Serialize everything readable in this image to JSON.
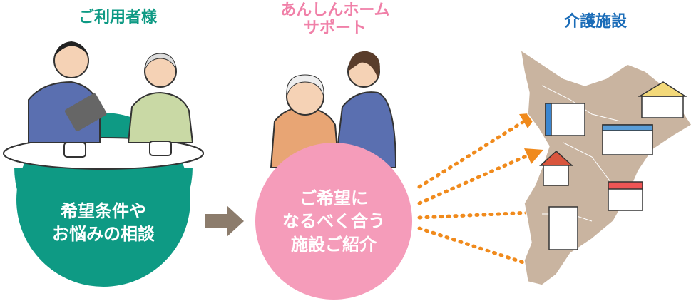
{
  "sections": {
    "user": {
      "title": "ご利用者様",
      "circle_lines": [
        "希望条件や",
        "お悩みの相談"
      ],
      "color": "#0e9a84"
    },
    "support": {
      "title_lines": [
        "あんしんホーム",
        "サポート"
      ],
      "circle_lines": [
        "ご希望に",
        "なるべく合う",
        "施設ご紹介"
      ],
      "color": "#f59cba"
    },
    "facility": {
      "title": "介護施設",
      "color": "#1a6cb8"
    }
  },
  "colors": {
    "arrow": "#8c7c6c",
    "dotted_arrows": "#f08a1c",
    "map": "#c9b4a0"
  }
}
